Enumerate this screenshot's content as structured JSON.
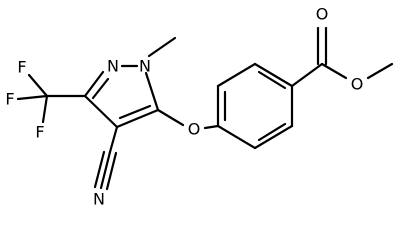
{
  "molecule": {
    "atom_labels": {
      "ester_oxygen_double": "O",
      "ester_oxygen_single": "O",
      "ether_oxygen": "O",
      "pyrazole_n2": "N",
      "pyrazole_n1": "N",
      "nitrile_n": "N",
      "fluorine_top": "F",
      "fluorine_left": "F",
      "fluorine_bottom": "F"
    }
  }
}
